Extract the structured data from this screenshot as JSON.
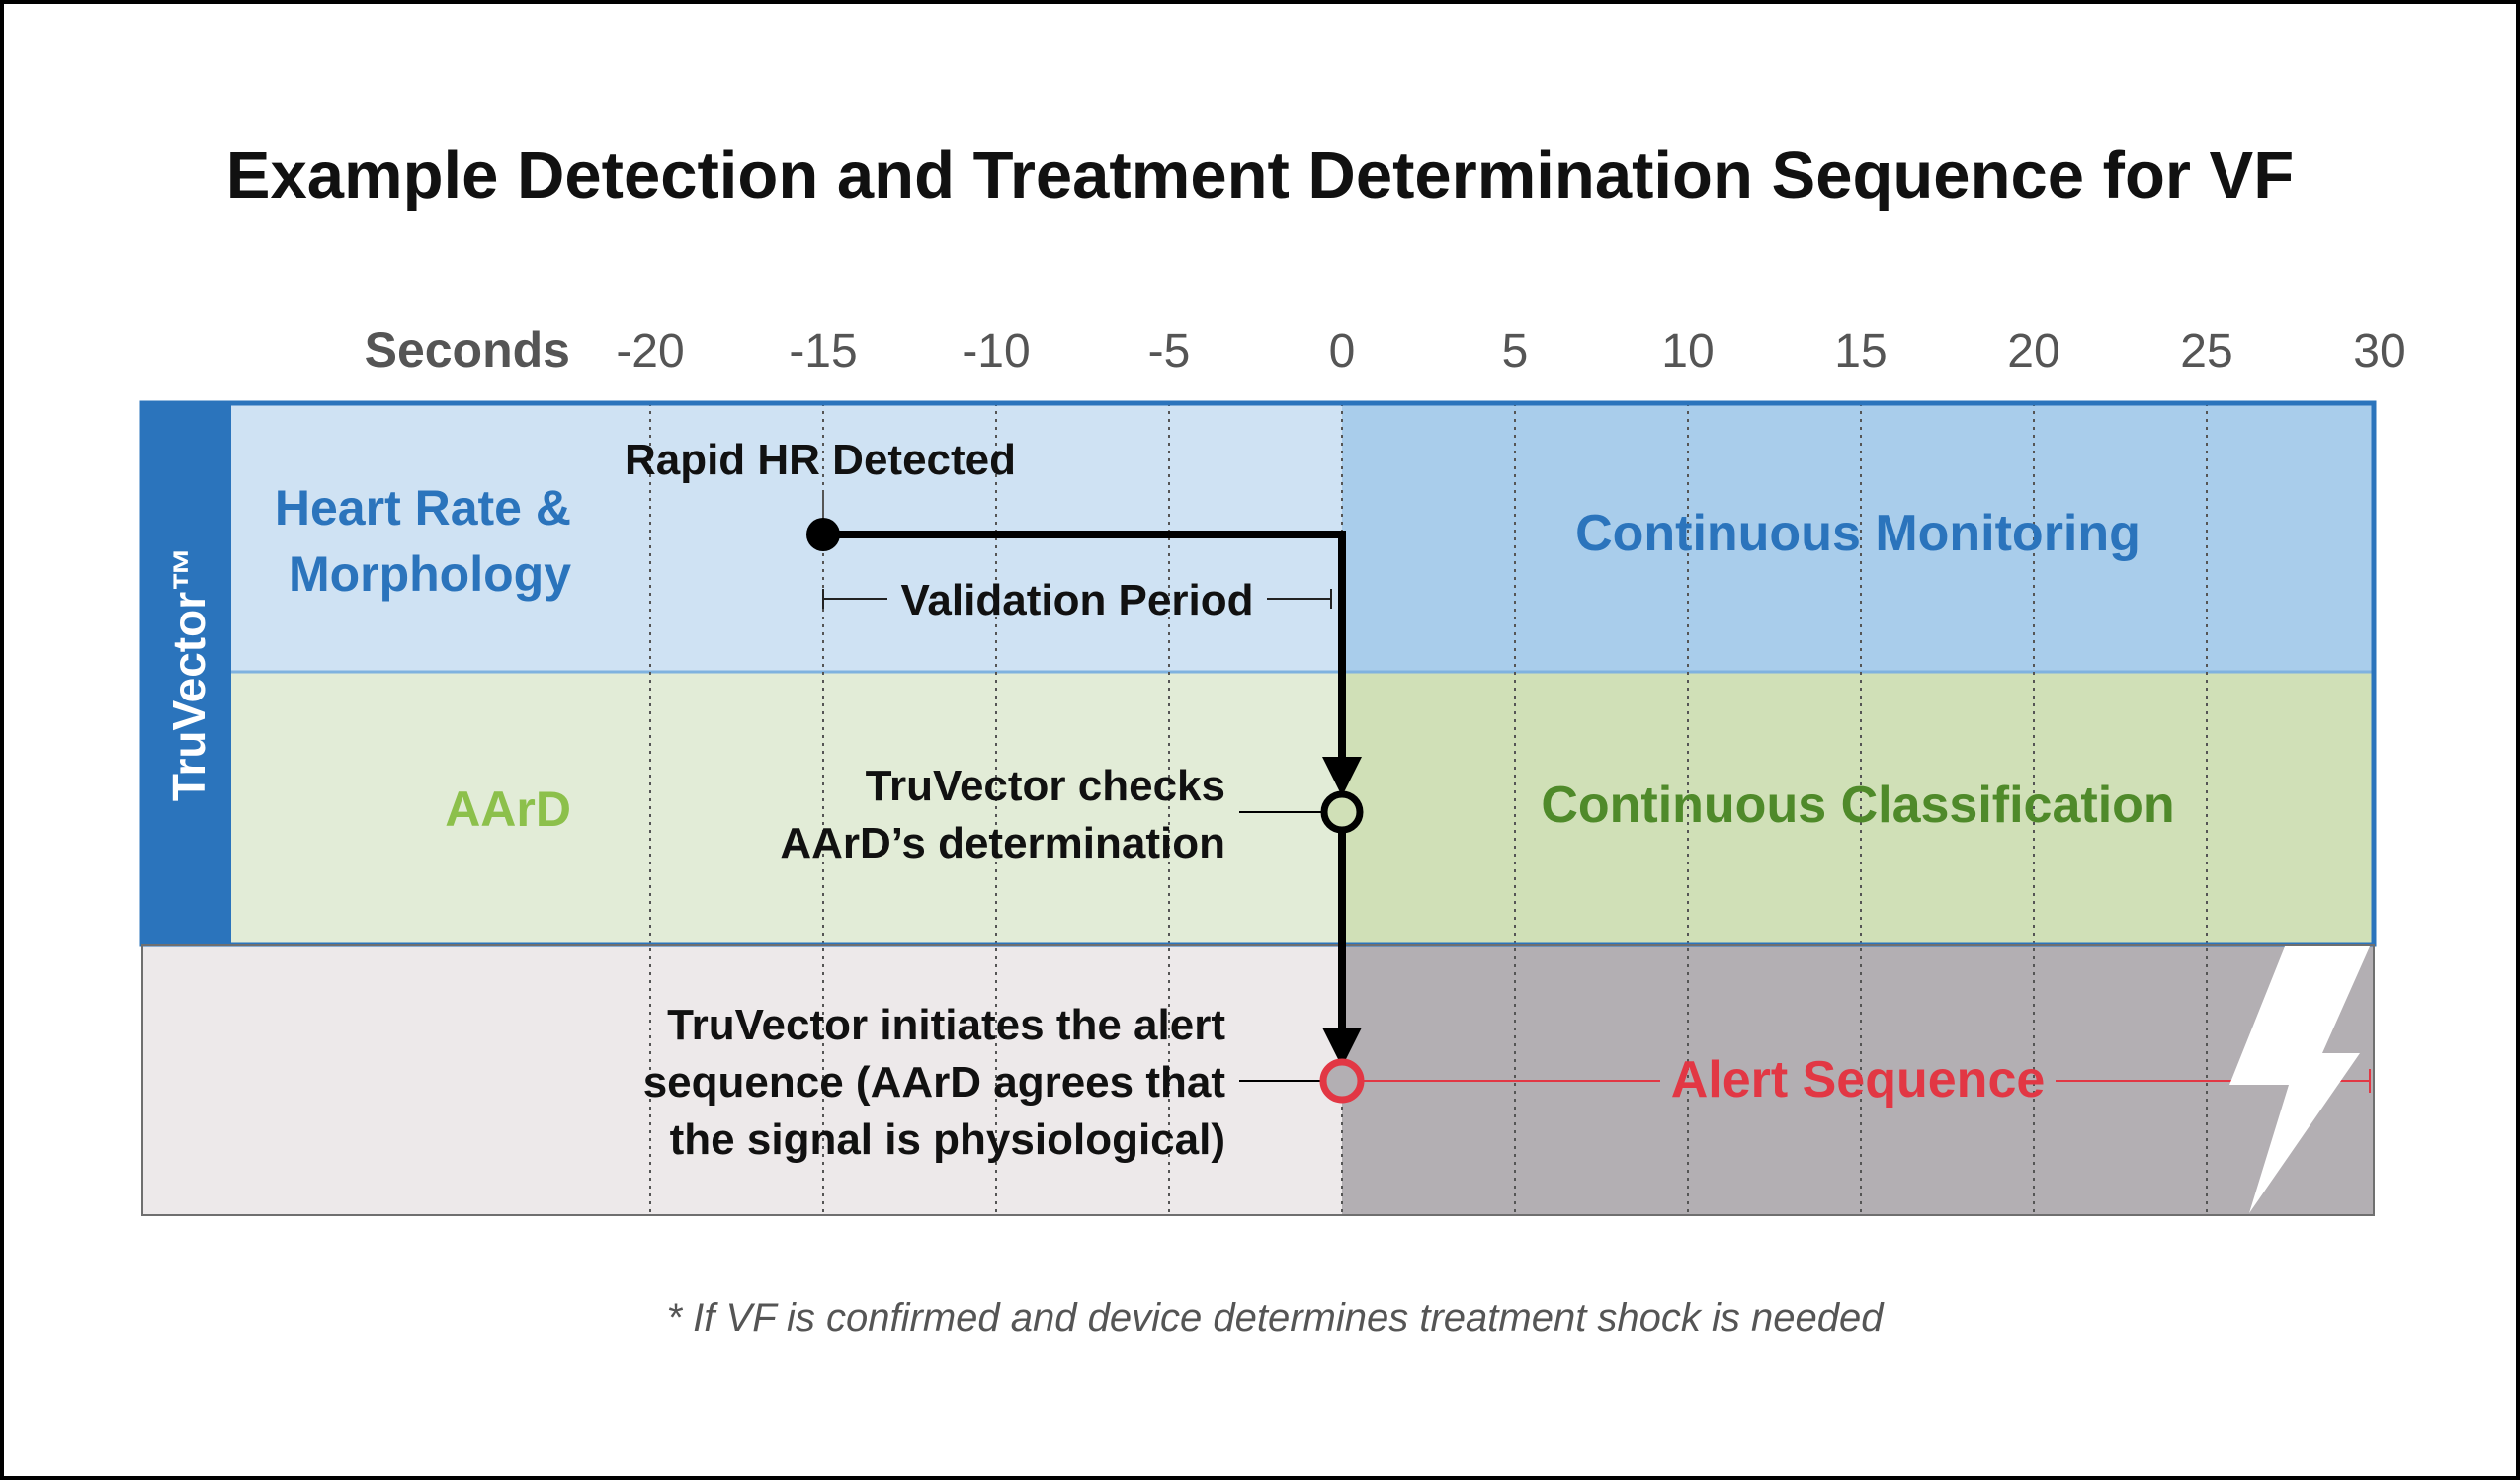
{
  "title": "Example Detection and Treatment Determination Sequence for VF",
  "axis": {
    "label": "Seconds",
    "ticks": [
      "-20",
      "-15",
      "-10",
      "-5",
      "0",
      "5",
      "10",
      "15",
      "20",
      "25",
      "30"
    ]
  },
  "side_label": "TruVector™",
  "rows": {
    "heart_rate": {
      "label_line1": "Heart Rate &",
      "label_line2": "Morphology",
      "after_zero": "Continuous Monitoring"
    },
    "aard": {
      "label": "AArD",
      "after_zero": "Continuous Classification"
    },
    "alert": {
      "after_zero": "Alert Sequence",
      "asterisk": "*"
    }
  },
  "annotations": {
    "rapid_hr": "Rapid HR Detected",
    "validation": "Validation Period",
    "check_line1": "TruVector checks",
    "check_line2": "AArD’s determination",
    "init_line1": "TruVector initiates the alert",
    "init_line2": "sequence (AArD agrees that",
    "init_line3": "the signal is physiological)"
  },
  "footnote": "* If VF is confirmed and device determines treatment shock is needed",
  "colors": {
    "brand_blue": "#2b74bc",
    "light_blue": "#cfe2f3",
    "mid_blue": "#a9cdeb",
    "light_green": "#e2ecd7",
    "mid_green": "#d0e0b7",
    "green_text": "#4f8a2a",
    "aard_green": "#8cc04b",
    "light_gray": "#ede9ea",
    "mid_gray": "#b3afb3",
    "alert_red": "#e23744"
  }
}
